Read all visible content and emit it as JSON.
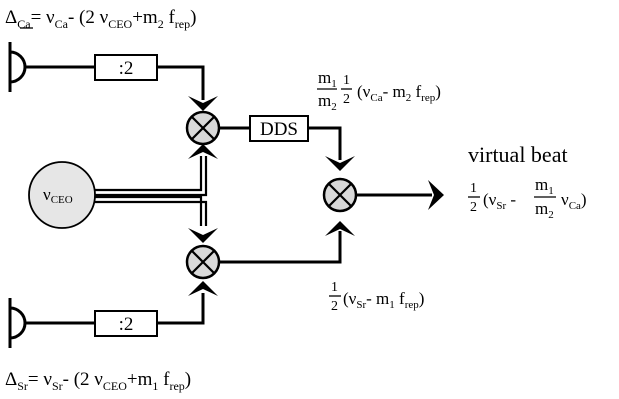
{
  "diagram": {
    "detectors": {
      "top": {
        "delta_symbol": "Δ",
        "delta_sub": "Ca",
        "eq_nu": "ν",
        "eq_nu_sub": "Ca",
        "eq_open": "- (2 ",
        "eq_nu2": "ν",
        "eq_nu2_sub": "CEO",
        "eq_plus": "+m",
        "eq_m_sub": "2",
        "eq_f": " f",
        "eq_f_sub": "rep",
        "eq_close": ")"
      },
      "bottom": {
        "delta_symbol": "Δ",
        "delta_sub": "Sr",
        "eq_nu": "ν",
        "eq_nu_sub": "Sr",
        "eq_open": "- (2 ",
        "eq_nu2": "ν",
        "eq_nu2_sub": "CEO",
        "eq_plus": "+m",
        "eq_m_sub": "1",
        "eq_f": " f",
        "eq_f_sub": "rep",
        "eq_close": ")"
      }
    },
    "dividers": {
      "top_label": ":2",
      "bottom_label": ":2"
    },
    "dds_label": "DDS",
    "ceo": {
      "nu": "ν",
      "sub": "CEO"
    },
    "ca_signal": {
      "m_num": "m",
      "m_num_sub": "1",
      "m_den": "m",
      "m_den_sub": "2",
      "half_num": "1",
      "half_den": "2",
      "open": "(",
      "nu": "ν",
      "nu_sub": "Ca",
      "minus": "- m",
      "m_sub": "2",
      "f": " f",
      "f_sub": "rep",
      "close": ")"
    },
    "sr_signal": {
      "half_num": "1",
      "half_den": "2",
      "open": "(",
      "nu": "ν",
      "nu_sub": "Sr",
      "minus": "- m",
      "m_sub": "1",
      "f": " f",
      "f_sub": "rep",
      "close": ")"
    },
    "output": {
      "title": "virtual beat",
      "half_num": "1",
      "half_den": "2",
      "open": "(",
      "nu_sr": "ν",
      "nu_sr_sub": "Sr",
      "minus": " - ",
      "m_num": "m",
      "m_num_sub": "1",
      "m_den": "m",
      "m_den_sub": "2",
      "nu_ca": "ν",
      "nu_ca_sub": "Ca",
      "close": ")"
    }
  }
}
